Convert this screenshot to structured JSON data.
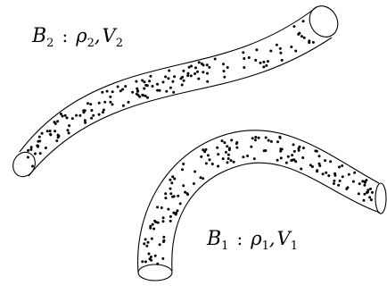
{
  "colors": {
    "line": "#000000",
    "particles": "#000000",
    "background": "#ffffff"
  },
  "bodies": [
    {
      "id": "body-2",
      "label": {
        "symbol": "B",
        "subscript": "2",
        "separator": ":",
        "density": "ρ",
        "density_sub": "2",
        "velocity": "V",
        "velocity_sub": "2"
      }
    },
    {
      "id": "body-1",
      "label": {
        "symbol": "B",
        "subscript": "1",
        "separator": ":",
        "density": "ρ",
        "density_sub": "1",
        "velocity": "V",
        "velocity_sub": "1"
      }
    }
  ]
}
